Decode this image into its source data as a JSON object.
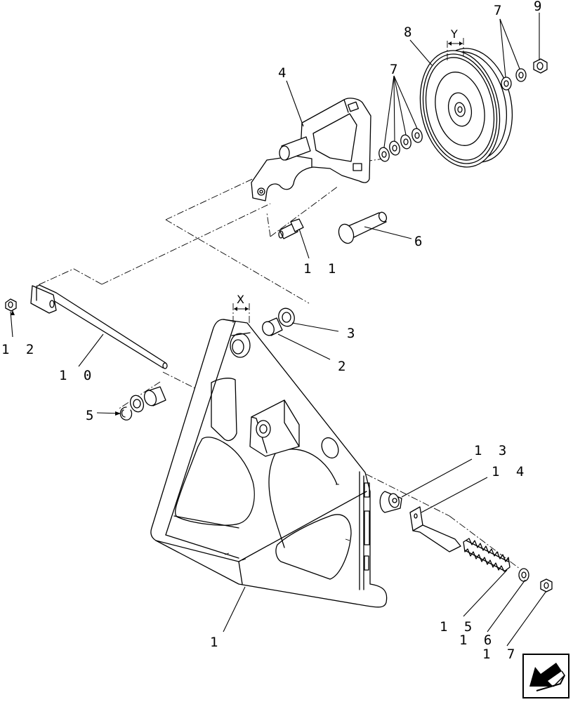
{
  "callouts": {
    "c1": "1",
    "c2": "2",
    "c3": "3",
    "c4": "4",
    "c5": "5",
    "c6": "6",
    "c7a": "7",
    "c7b": "7",
    "c8": "8",
    "c9": "9",
    "c10": "1 0",
    "c11": "1 1",
    "c12": "1 2",
    "c13": "1 3",
    "c14": "1 4",
    "c15": "1 5",
    "c16": "1 6",
    "c17": "1 7"
  },
  "dimensions": {
    "x": "X",
    "y": "Y"
  },
  "navigation": {
    "icon": "back-arrow-icon"
  }
}
